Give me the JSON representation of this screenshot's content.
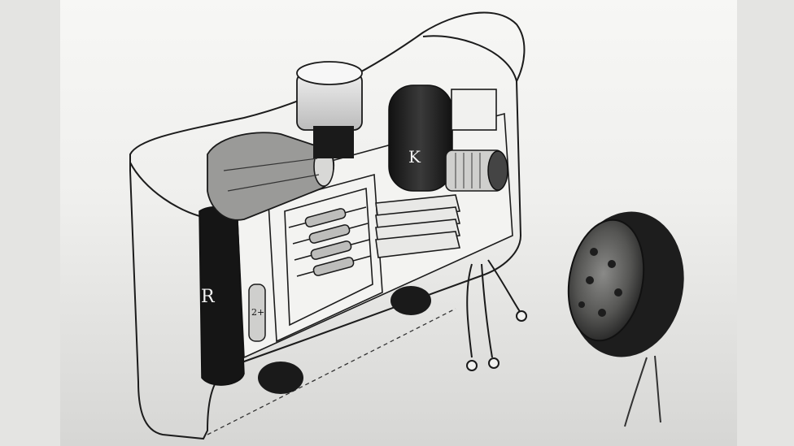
{
  "illustration": {
    "labels": {
      "component_r": "R",
      "component_k": "K",
      "component_cap": "2+"
    }
  }
}
